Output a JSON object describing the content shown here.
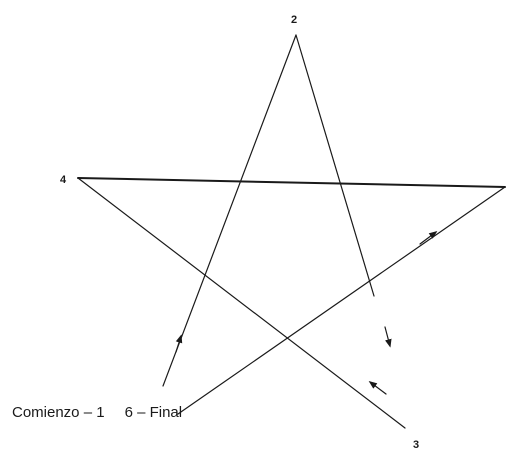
{
  "vertices": [
    {
      "id": "v2",
      "label": "2"
    },
    {
      "id": "v4",
      "label": "4"
    },
    {
      "id": "v3",
      "label": "3"
    }
  ],
  "caption": {
    "start": "Comienzo – 1",
    "end": "6 – Final"
  }
}
